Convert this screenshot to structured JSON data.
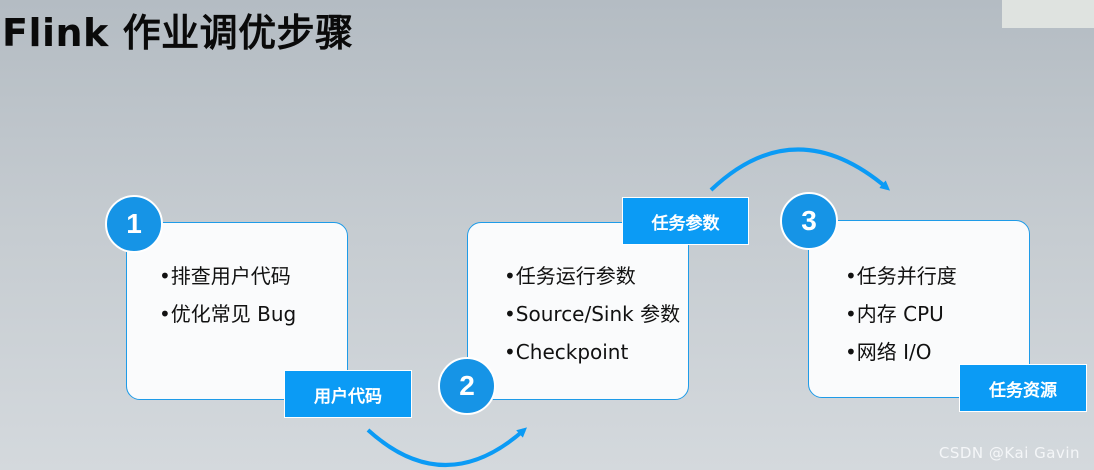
{
  "title": "Flink 作业调优步骤",
  "steps": [
    {
      "number": "1",
      "tag": "用户代码",
      "items": [
        "排查用户代码",
        "优化常见 Bug"
      ]
    },
    {
      "number": "2",
      "tag": "任务参数",
      "items": [
        "任务运行参数",
        "Source/Sink 参数",
        "Checkpoint"
      ]
    },
    {
      "number": "3",
      "tag": "任务资源",
      "items": [
        "任务并行度",
        "内存 CPU",
        "网络 I/O"
      ]
    }
  ],
  "watermark": "CSDN @Kai Gavin",
  "colors": {
    "accent": "#0b9bf5",
    "circle": "#1694e6",
    "card_border": "#1e9be8",
    "card_bg": "#fafbfc"
  }
}
